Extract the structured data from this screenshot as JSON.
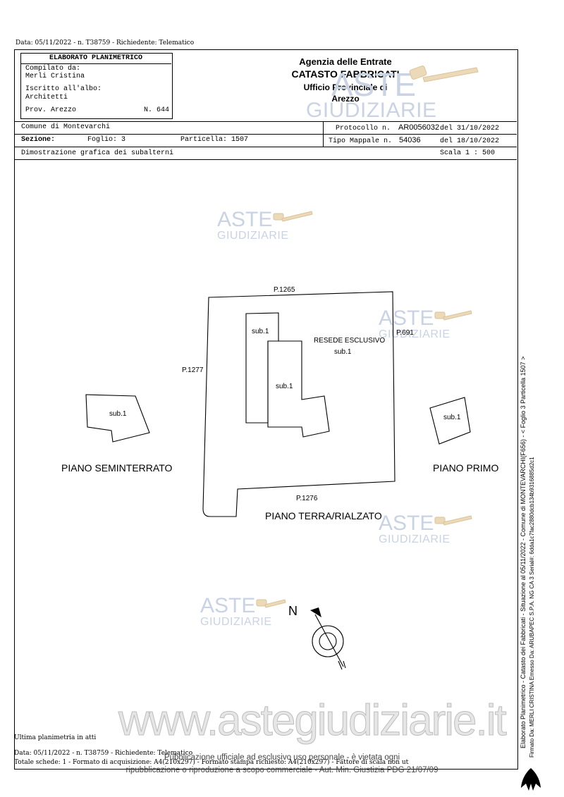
{
  "top_line": "Data: 05/11/2022 - n. T38759 - Richiedente: Telematico",
  "header_box": {
    "title": "ELABORATO PLANIMETRICO",
    "compilato_label": "Compilato da:",
    "compilato_value": "Merli Cristina",
    "iscritto_label": "Iscritto all'albo:",
    "iscritto_value": "Architetti",
    "prov": "Prov. Arezzo",
    "numero": "N.   644"
  },
  "agency": {
    "line1": "Agenzia delle Entrate",
    "line2": "CATASTO FABBRICATI",
    "line3": "Ufficio Provinciale di",
    "line4": "Arezzo"
  },
  "info_rows": {
    "comune": "Comune di Montevarchi",
    "protocollo_label": "Protocollo n.",
    "protocollo_value": "AR0056032",
    "protocollo_del": "del 31/10/2022",
    "sezione_label": "Sezione:",
    "foglio": "Foglio: 3",
    "particella": "Particella: 1507",
    "tipo_mappale_label": "Tipo Mappale n.",
    "tipo_mappale_value": "54036",
    "tipo_mappale_del": "del 18/10/2022",
    "dimostrazione": "Dimostrazione grafica dei subalterni",
    "scala": "Scala 1 : 500"
  },
  "plan": {
    "p1265": "P.1265",
    "p1277": "P.1277",
    "p691": "P.691",
    "p1276": "P.1276",
    "sub1_a": "sub.1",
    "sub1_b": "sub.1",
    "resede_line1": "RESEDE ESCLUSIVO",
    "resede_line2": "sub.1",
    "sub1_semint": "sub.1",
    "sub1_primo": "sub.1",
    "piano_seminterrato": "PIANO SEMINTERRATO",
    "piano_terra": "PIANO TERRA/RIALZATO",
    "piano_primo": "PIANO PRIMO",
    "north": "N"
  },
  "watermarks": {
    "aste": "ASTE",
    "giudiziarie": "GIUDIZIARIE",
    "site": "www.astegiudiziarie.it"
  },
  "footer": {
    "ultima": "Ultima planimetria in atti",
    "data_line": "Data: 05/11/2022 - n. T38759 - Richiedente: Telematico",
    "totale_line": "Totale schede: 1 - Formato di acquisizione: A4(210x297) - Formato stampa richiesto: A4(210x297) - Fattore di scala non utilizzabile",
    "pubblicazione_1": "Pubblicazione ufficiale ad esclusivo uso personale - è vietata ogni",
    "pubblicazione_2": "ripubblicazione o riproduzione a scopo commerciale - Aut. Min. Giustizia PDG 21/07/09"
  },
  "side_text": {
    "line1": "Elaborato Planimetrico - Catasto dei Fabbricati - Situazione al 05/11/2022 - Comune di MONTEVARCHI(F656) - < Foglio 3 Particella 1507 >",
    "line2": "Firmato Da: MERLI CRISTINA Emesso Da: ARUBAPEC S.P.A. NG CA 3 Serial#: 6dda1c7fac2880dcb134b9316885d2c1"
  }
}
